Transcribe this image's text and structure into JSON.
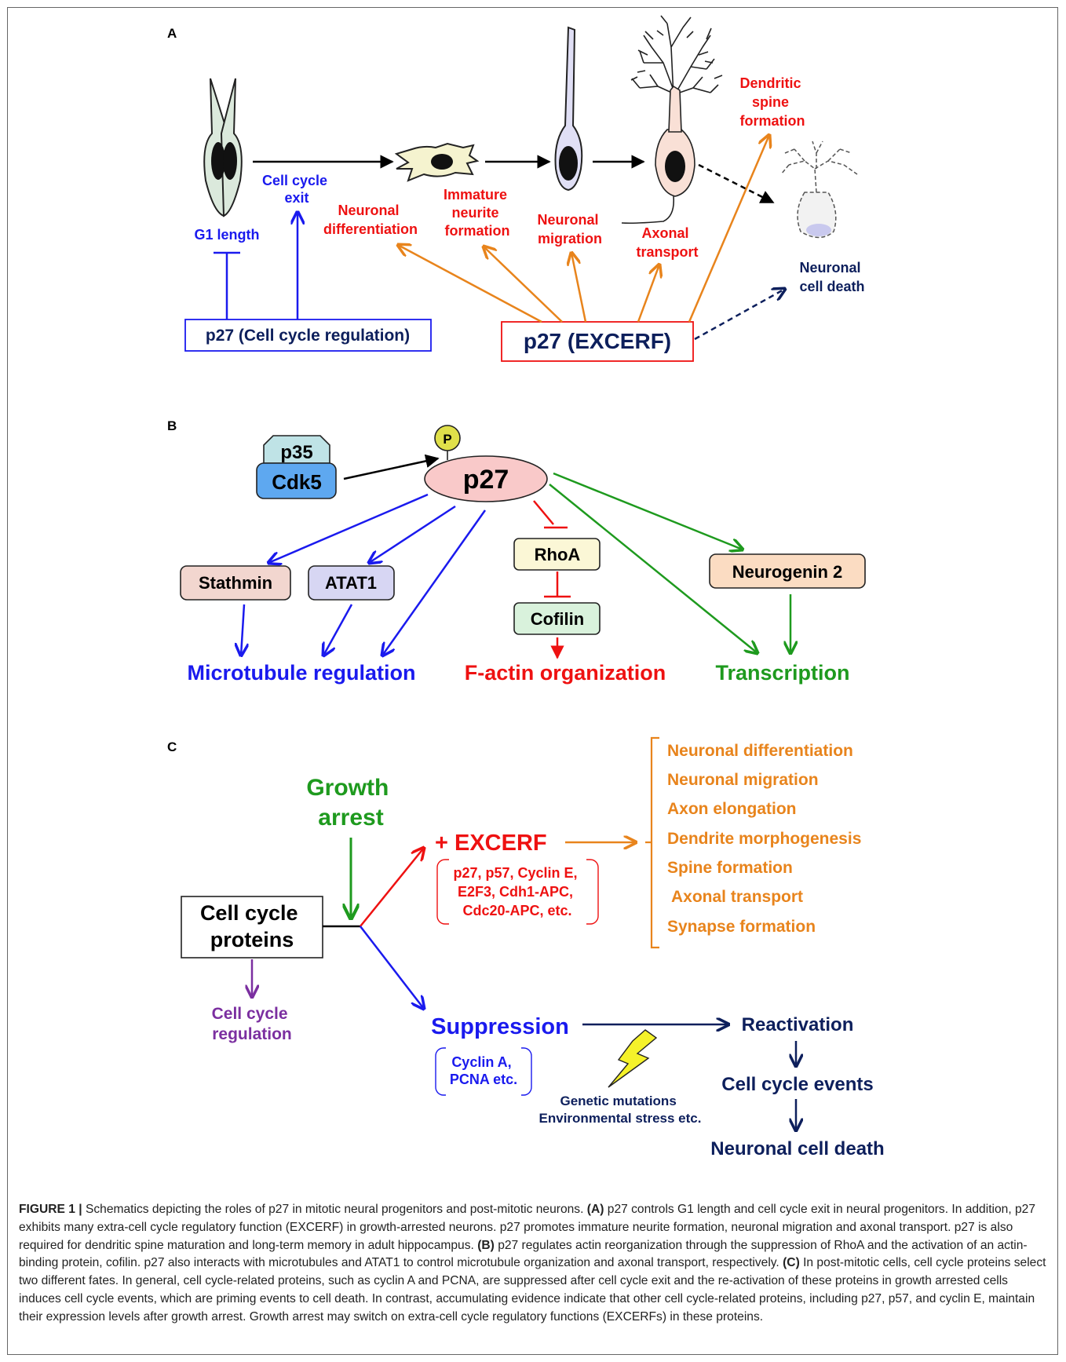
{
  "panelA": {
    "label": "A",
    "cell_cycle_exit": [
      "Cell cycle",
      "exit"
    ],
    "g1_length": "G1 length",
    "neuronal_differentiation": [
      "Neuronal",
      "differentiation"
    ],
    "immature_neurite": [
      "Immature",
      "neurite",
      "formation"
    ],
    "neuronal_migration": [
      "Neuronal",
      "migration"
    ],
    "axonal_transport": [
      "Axonal",
      "transport"
    ],
    "dendritic_spine": [
      "Dendritic",
      "spine",
      "formation"
    ],
    "neuronal_cell_death": [
      "Neuronal",
      "cell death"
    ],
    "p27_cell_cycle": "p27 (Cell cycle regulation)",
    "p27_excerf": "p27 (EXCERF)"
  },
  "panelB": {
    "label": "B",
    "p35": "p35",
    "cdk5": "Cdk5",
    "phospho": "P",
    "p27": "p27",
    "stathmin": "Stathmin",
    "atat1": "ATAT1",
    "rhoa": "RhoA",
    "cofilin": "Cofilin",
    "neurogenin2": "Neurogenin 2",
    "microtubule_regulation": "Microtubule regulation",
    "factin_organization": "F-actin organization",
    "transcription": "Transcription"
  },
  "panelC": {
    "label": "C",
    "growth_arrest": [
      "Growth",
      "arrest"
    ],
    "excerf": "+ EXCERF",
    "excerf_proteins": [
      "p27, p57, Cyclin E,",
      "E2F3,  Cdh1-APC,",
      "Cdc20-APC, etc."
    ],
    "functions": [
      "Neuronal differentiation",
      "Neuronal migration",
      "Axon elongation",
      "Dendrite morphogenesis",
      "Spine formation",
      "Axonal transport",
      "Synapse formation"
    ],
    "cell_cycle_proteins": [
      "Cell cycle",
      "proteins"
    ],
    "cell_cycle_regulation": [
      "Cell cycle",
      "regulation"
    ],
    "suppression": "Suppression",
    "suppression_proteins": [
      "Cyclin A,",
      "PCNA etc."
    ],
    "reactivation": "Reactivation",
    "triggers": [
      "Genetic mutations",
      "Environmental stress etc."
    ],
    "cell_cycle_events": "Cell cycle events",
    "neuronal_cell_death": "Neuronal cell death"
  },
  "caption": {
    "figure_label": "FIGURE 1 |",
    "intro": " Schematics depicting the roles of p27 in mitotic neural progenitors and post-mitotic neurons. ",
    "a_label": "(A)",
    "a_text": " p27 controls G1 length and cell cycle exit in neural progenitors. In addition, p27 exhibits many extra-cell cycle regulatory function (EXCERF) in growth-arrested neurons. p27 promotes immature neurite formation, neuronal migration and axonal transport. p27 is also required for dendritic spine maturation and long-term memory in adult hippocampus. ",
    "b_label": "(B)",
    "b_text": " p27 regulates actin reorganization through the suppression of RhoA and the activation of an actin-binding protein, cofilin. p27 also interacts with microtubules and ATAT1 to control microtubule organization and axonal transport, respectively. ",
    "c_label": "(C)",
    "c_text": " In post-mitotic cells, cell cycle proteins select two different fates. In general, cell cycle-related proteins, such as cyclin A and PCNA, are suppressed after cell cycle exit and the re-activation of these proteins in growth arrested cells induces cell cycle events, which are priming events to cell death. In contrast, accumulating evidence indicate that other cell cycle-related proteins, including p27, p57, and cyclin E, maintain their expression levels after growth arrest. Growth arrest may switch on extra-cell cycle regulatory functions (EXCERFs) in these proteins."
  },
  "colors": {
    "blue": "#1a1aee",
    "navy": "#0d1f5c",
    "red": "#ee1111",
    "orange": "#e8841c",
    "green": "#1e9a1e",
    "purple": "#7b2fa0"
  }
}
